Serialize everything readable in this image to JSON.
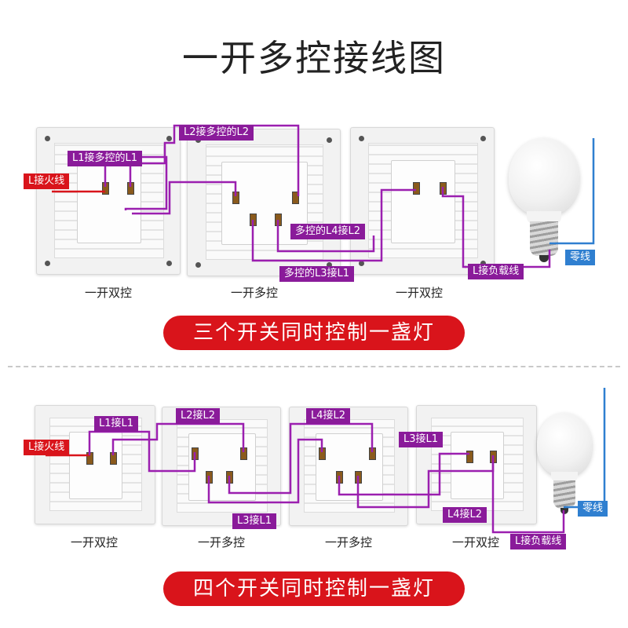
{
  "title": "一开多控接线图",
  "section1": {
    "banner": "三个开关同时控制一盏灯",
    "captions": [
      "一开双控",
      "一开多控",
      "一开双控"
    ],
    "labels": {
      "l_fire": "L接火线",
      "l1_multi": "L1接多控的L1",
      "l2_multi": "L2接多控的L2",
      "multi_l4_l2": "多控的L4接L2",
      "multi_l3_l1": "多控的L3接L1",
      "l_load": "L接负载线",
      "neutral": "零线"
    }
  },
  "section2": {
    "banner": "四个开关同时控制一盏灯",
    "captions": [
      "一开双控",
      "一开多控",
      "一开多控",
      "一开双控"
    ],
    "labels": {
      "l_fire": "L接火线",
      "l1": "L1接L1",
      "l2": "L2接L2",
      "l4": "L4接L2",
      "l3_a": "L3接L1",
      "l3_b": "L3接L1",
      "l4_b": "L4接L2",
      "l_load": "L接负载线",
      "neutral": "零线"
    }
  },
  "colors": {
    "accent_red": "#d9141b",
    "label_purple": "#8a1b9a",
    "wire_purple": "#9b1faf",
    "neutral_blue": "#2f7fd0"
  },
  "icons": [
    "light-bulb-icon",
    "light-bulb-icon"
  ]
}
